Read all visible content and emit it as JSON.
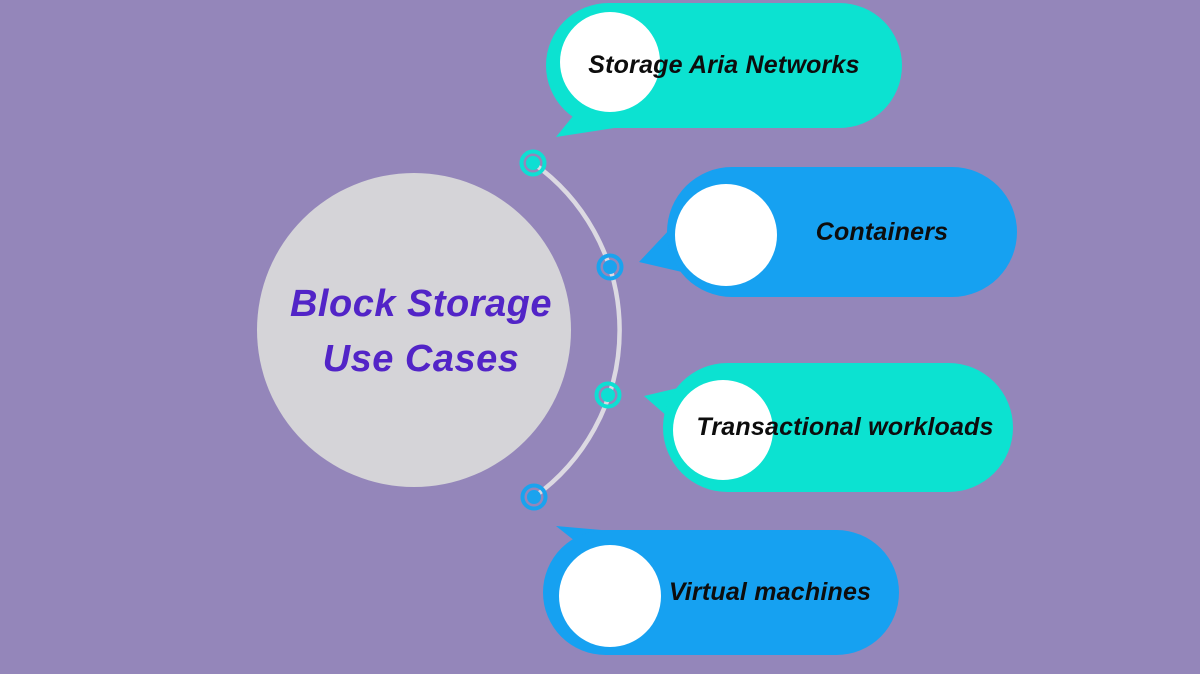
{
  "background_color": "#9486ba",
  "center": {
    "title_line1": "Block Storage",
    "title_line2": "Use Cases",
    "circle_color": "#d5d4d8",
    "title_color": "#5224c7"
  },
  "connector": {
    "arc_color": "#dcd9e2"
  },
  "dots": [
    {
      "name": "dot-1",
      "color": "#0edfd3"
    },
    {
      "name": "dot-2",
      "color": "#1aa3ee"
    },
    {
      "name": "dot-3",
      "color": "#0edfd3"
    },
    {
      "name": "dot-4",
      "color": "#1aa3ee"
    }
  ],
  "bubbles": [
    {
      "label": "Storage Aria Networks",
      "color": "#0ce2d1",
      "text_color": "#0d0d0d"
    },
    {
      "label": "Containers",
      "color": "#16a1f1",
      "text_color": "#0d0d0d"
    },
    {
      "label": "Transactional workloads",
      "color": "#0ce2d1",
      "text_color": "#0d0d0d"
    },
    {
      "label": "Virtual machines",
      "color": "#16a1f1",
      "text_color": "#0d0d0d"
    }
  ]
}
